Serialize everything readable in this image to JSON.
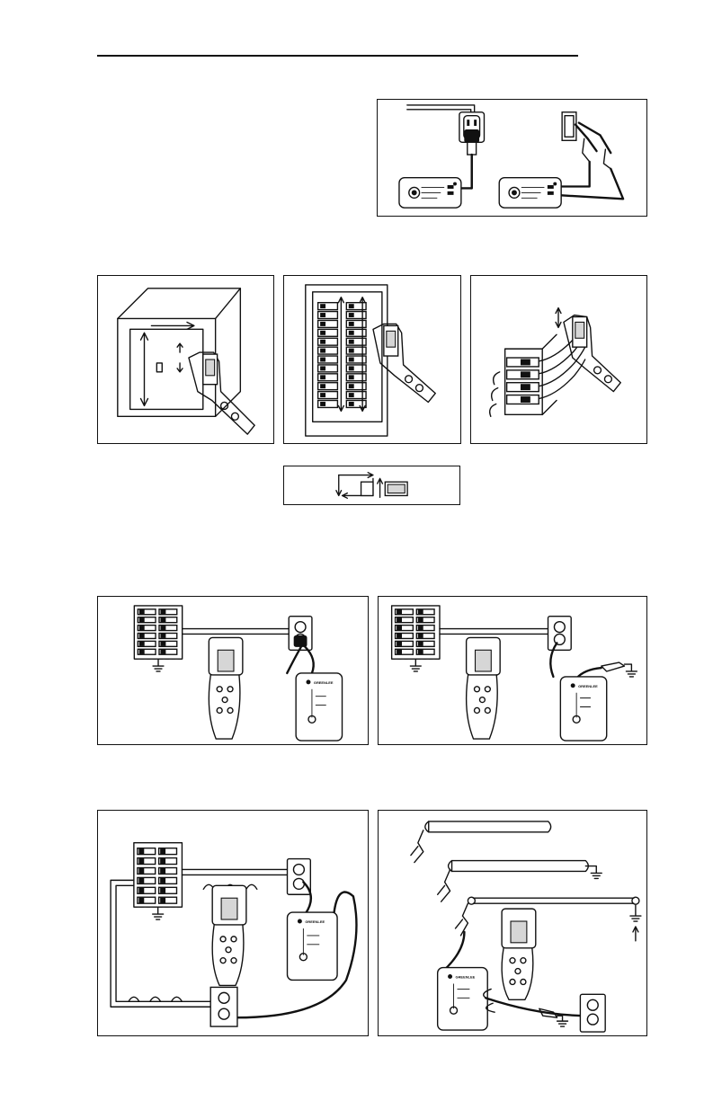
{
  "page": {
    "figures": [
      {
        "id": "fig-1",
        "desc": "outlet-testing",
        "panel_count": 2
      },
      {
        "id": "fig-2a",
        "desc": "enclosure-scan"
      },
      {
        "id": "fig-2b",
        "desc": "breaker-panel-scan"
      },
      {
        "id": "fig-2c",
        "desc": "breaker-side-scan"
      },
      {
        "id": "fig-3",
        "desc": "scan-motion-legend"
      },
      {
        "id": "fig-4a",
        "desc": "circuit-trace-plug"
      },
      {
        "id": "fig-4b",
        "desc": "circuit-trace-ground-clip"
      },
      {
        "id": "fig-5a",
        "desc": "loop-trace"
      },
      {
        "id": "fig-5b",
        "desc": "cable-identification"
      }
    ],
    "brand_mark": "GREENLEE"
  },
  "icons": {
    "ground": "ground-symbol-icon",
    "arrow": "arrow-icon",
    "outlet": "outlet-icon"
  }
}
